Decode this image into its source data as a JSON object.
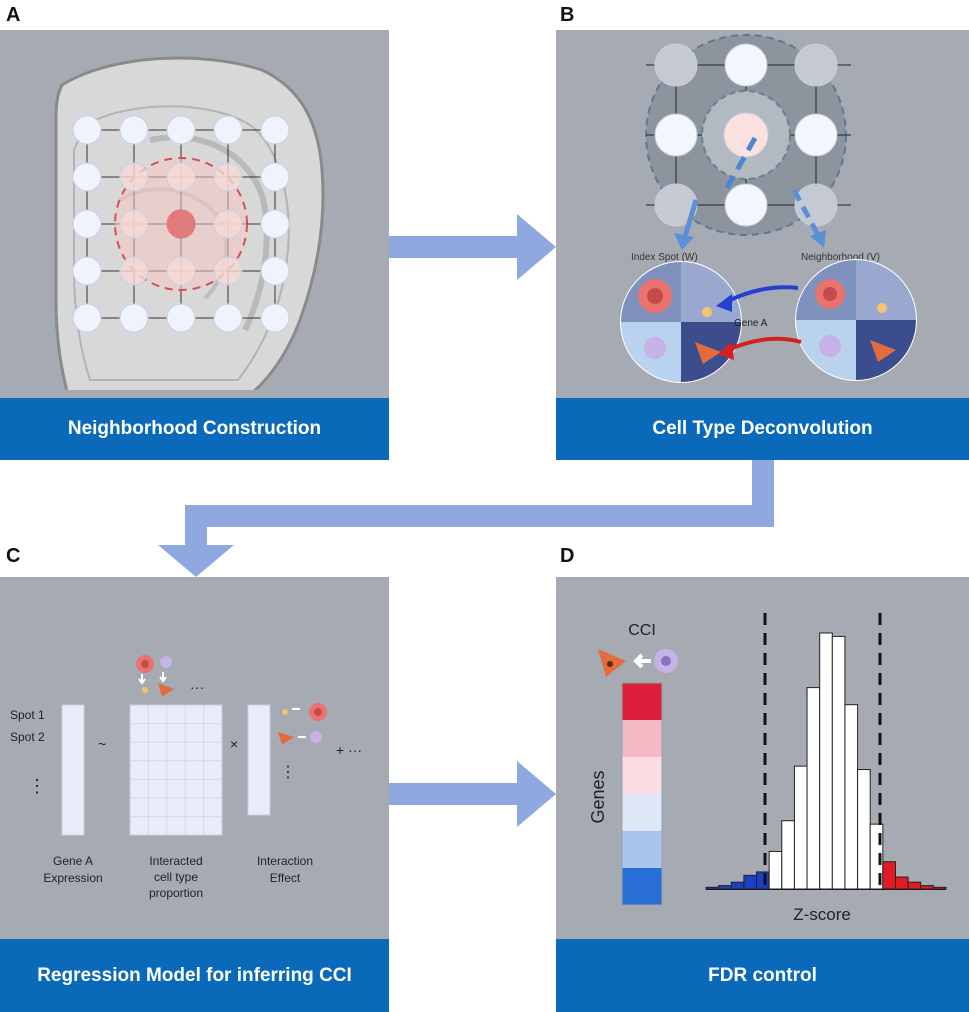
{
  "panels": [
    {
      "letter": "A",
      "title": "Neighborhood Construction"
    },
    {
      "letter": "B",
      "title": "Cell Type Deconvolution"
    },
    {
      "letter": "C",
      "title": "Regression Model for inferring CCI"
    },
    {
      "letter": "D",
      "title": "FDR control"
    }
  ],
  "deconv": {
    "index_label": "Index Spot (W)",
    "neighborhood_label": "Neighborhood (V)",
    "gene_label": "Gene A"
  },
  "regression": {
    "spot1": "Spot 1",
    "spot2": "Spot 2",
    "vdots": "⋮",
    "tilde": "~",
    "times": "×",
    "plus": "+ ···",
    "hdots": "···",
    "gene_label_1": "Gene A",
    "gene_label_2": "Expression",
    "prop_label_1": "Interacted",
    "prop_label_2": "cell type",
    "prop_label_3": "proportion",
    "effect_label_1": "Interaction",
    "effect_label_2": "Effect"
  },
  "fdr": {
    "cci_label": "CCI",
    "genes_label": "Genes",
    "zscore_label": "Z-score",
    "heat_colors": [
      "#dc1f3a",
      "#f3b9c5",
      "#fbdde3",
      "#dfe8f7",
      "#a9c4ee",
      "#2a6fd6"
    ],
    "histogram": [
      1,
      2,
      4,
      8,
      10,
      22,
      40,
      72,
      118,
      150,
      148,
      108,
      70,
      38,
      16,
      7,
      4,
      2,
      1
    ],
    "colors": {
      "low_tail": "#1a3fc4",
      "high_tail": "#e01b24",
      "bars": "#ffffff"
    }
  },
  "colors": {
    "panel_bg": "#a6abb3",
    "banner": "#0a6ab9",
    "flow_arrow": "#8fa8df"
  }
}
